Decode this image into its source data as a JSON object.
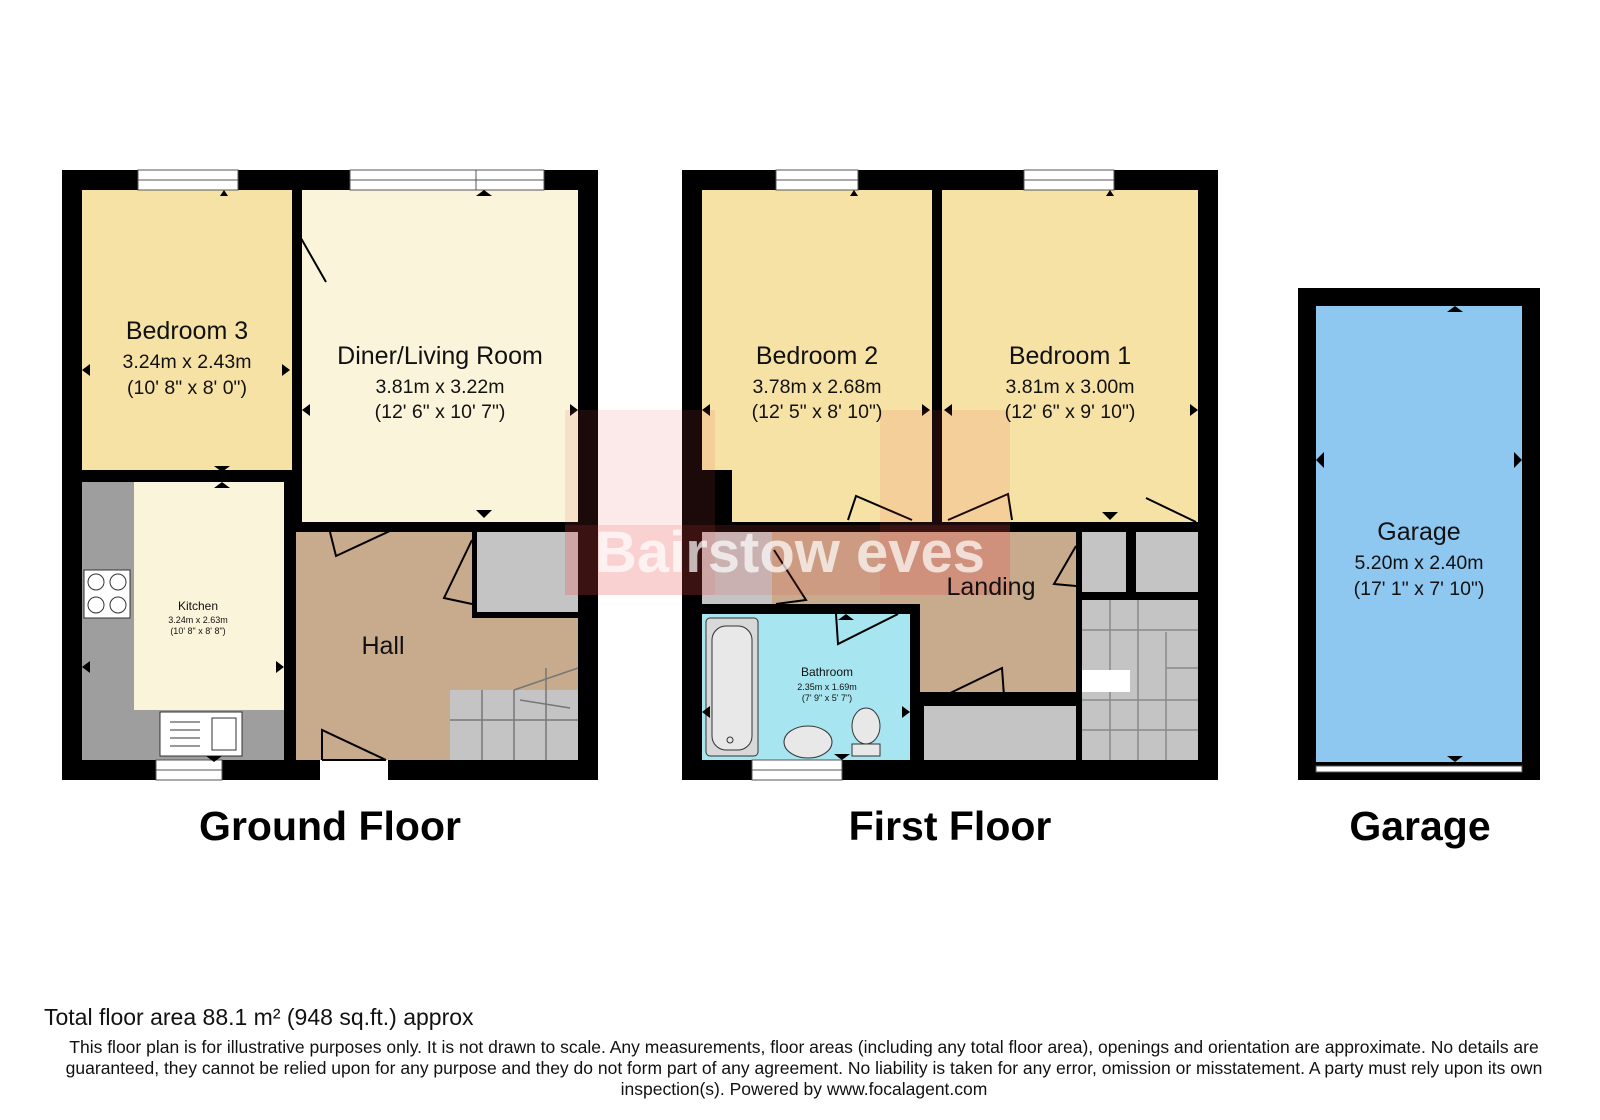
{
  "floors": {
    "ground": {
      "label": "Ground Floor",
      "rooms": {
        "bedroom3": {
          "name": "Bedroom 3",
          "metric": "3.24m x 2.43m",
          "imperial": "(10' 8\" x 8' 0\")"
        },
        "diner": {
          "name": "Diner/Living Room",
          "metric": "3.81m x 3.22m",
          "imperial": "(12' 6\" x 10' 7\")"
        },
        "kitchen": {
          "name": "Kitchen",
          "metric": "3.24m x 2.63m",
          "imperial": "(10' 8\" x 8' 8\")"
        },
        "hall": {
          "name": "Hall"
        }
      }
    },
    "first": {
      "label": "First Floor",
      "rooms": {
        "bedroom2": {
          "name": "Bedroom 2",
          "metric": "3.78m x 2.68m",
          "imperial": "(12' 5\" x 8' 10\")"
        },
        "bedroom1": {
          "name": "Bedroom 1",
          "metric": "3.81m x 3.00m",
          "imperial": "(12' 6\" x 9' 10\")"
        },
        "landing": {
          "name": "Landing"
        },
        "bathroom": {
          "name": "Bathroom",
          "metric": "2.35m x 1.69m",
          "imperial": "(7' 9\" x 5' 7\")"
        }
      }
    },
    "garage": {
      "label": "Garage",
      "rooms": {
        "garage": {
          "name": "Garage",
          "metric": "5.20m x 2.40m",
          "imperial": "(17' 1\" x 7' 10\")"
        }
      }
    }
  },
  "watermark": "Bairstow eves",
  "colors": {
    "wall": "#000000",
    "bedroom": "#f7e2a6",
    "living": "#faf5da",
    "hall": "#c8aa8c",
    "bathroom": "#a7e6f0",
    "garage": "#8ec7f0",
    "grey": "#c4c4c4",
    "dark_grey": "#9a9a9a",
    "watermark": "#e84c4c"
  },
  "footer": {
    "total_area": "Total floor area 88.1 m² (948 sq.ft.) approx",
    "disclaimer": "This floor plan is for illustrative purposes only. It is not drawn to scale. Any measurements, floor areas (including any total floor area), openings and orientation are approximate. No details are guaranteed, they cannot be relied upon for any purpose and they do not form part of any agreement. No liability is taken for any error, omission or misstatement. A party must rely upon its own inspection(s). Powered by www.focalagent.com"
  }
}
